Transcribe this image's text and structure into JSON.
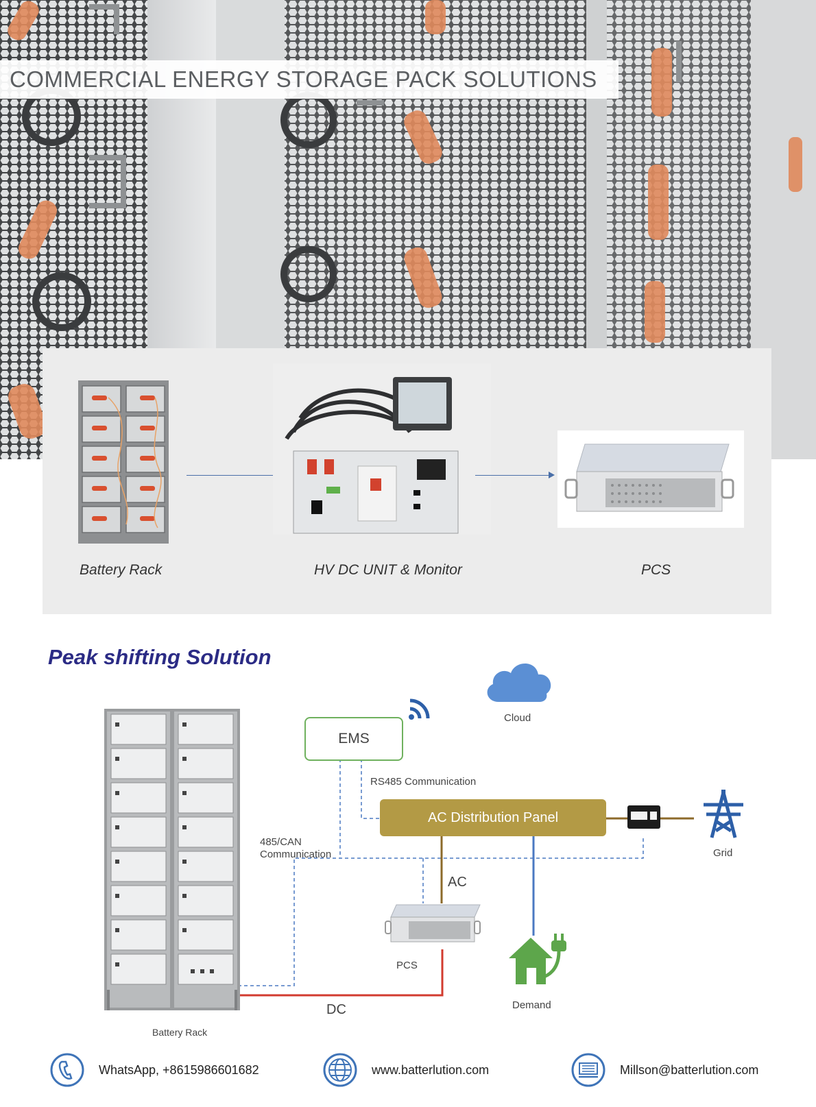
{
  "hero": {
    "title": "COMMERCIAL ENERGY STORAGE PACK SOLUTIONS"
  },
  "components": [
    {
      "label": "Battery Rack"
    },
    {
      "label": "HV DC UNIT & Monitor"
    },
    {
      "label": "PCS"
    }
  ],
  "peak": {
    "title": "Peak shifting Solution",
    "ems": "EMS",
    "cloud": "Cloud",
    "rs485": "RS485 Communication",
    "ac_panel": "AC Distribution Panel",
    "grid": "Grid",
    "can_line1": "485/CAN",
    "can_line2": "Communication",
    "ac": "AC",
    "pcs": "PCS",
    "demand": "Demand",
    "dc": "DC",
    "battery_rack": "Battery Rack",
    "colors": {
      "title": "#2b2b85",
      "ems_border": "#6fb15e",
      "ac_panel": "#b39a45",
      "dc_line": "#d23b2f",
      "signal_line": "#4a78c2",
      "cloud": "#5b8fd4",
      "grid": "#2d5fa8",
      "house": "#5da64b"
    }
  },
  "footer": {
    "whatsapp": "WhatsApp, +8615986601682",
    "website": "www.batterlution.com",
    "email": "Millson@batterlution.com",
    "icons": [
      "phone-icon",
      "globe-icon",
      "fax-icon"
    ]
  }
}
